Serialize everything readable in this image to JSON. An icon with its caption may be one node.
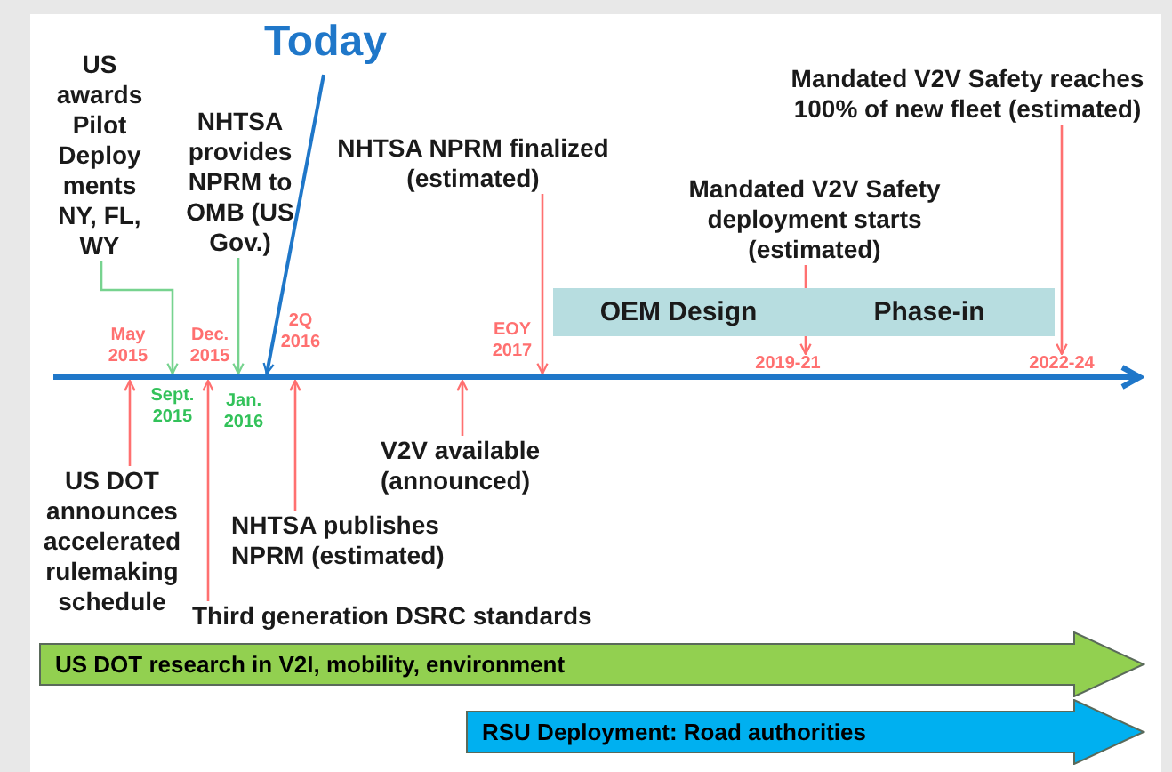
{
  "diagram": {
    "nodes": [
      {
        "text": [
          "Today"
        ]
      },
      {
        "text": [
          "US awards Pilot Deploy ments NY, FL, WY"
        ]
      },
      {
        "text": [
          "NHTSA provides NPRM to OMB (US Gov.)"
        ]
      },
      {
        "text": [
          "NHTSA NPRM finalized (estimated)"
        ]
      },
      {
        "text": [
          "Mandated V2V Safety deployment starts (estimated)"
        ]
      },
      {
        "text": [
          "Mandated V2V Safety reaches 100% of new fleet (estimated)"
        ]
      },
      {
        "text": [
          "OEM Design"
        ]
      },
      {
        "text": [
          "Phase-in"
        ]
      },
      {
        "text": [
          "US DOT announces accelerated rulemaking schedule"
        ]
      },
      {
        "text": [
          "Third generation DSRC standards"
        ]
      },
      {
        "text": [
          "NHTSA publishes NPRM (estimated)"
        ]
      },
      {
        "text": [
          "V2V available (announced)"
        ]
      },
      {
        "text": [
          "US DOT research in V2I, mobility, environment"
        ]
      },
      {
        "text": [
          "RSU Deployment: Road authorities"
        ]
      },
      {
        "text": [],
        "shape": "arrow"
      },
      {
        "text": [
          "2019-21"
        ]
      },
      {
        "text": [
          "2022-24"
        ]
      }
    ],
    "edges": [
      {
        "from": 0,
        "to": 14,
        "arrow": "to",
        "color": "#1f77c9"
      },
      {
        "from": 1,
        "to": 14,
        "arrow": "to",
        "color": "#77d38f"
      },
      {
        "from": 2,
        "to": 14,
        "arrow": "to",
        "color": "#77d38f"
      },
      {
        "from": 3,
        "to": 14,
        "arrow": "to"
      },
      {
        "from": 4,
        "to": 15,
        "arrow": "to"
      },
      {
        "from": 5,
        "to": 16,
        "arrow": "to"
      },
      {
        "from": 8,
        "to": 14,
        "arrow": "to"
      },
      {
        "from": 9,
        "to": 14,
        "arrow": "to"
      },
      {
        "from": 10,
        "to": 14,
        "arrow": "to"
      },
      {
        "from": 11,
        "to": 14,
        "arrow": "to"
      }
    ],
    "labels": [
      "May 2015",
      "Dec. 2015",
      "2Q 2016",
      "EOY 2017",
      "Sept. 2015",
      "Jan. 2016"
    ]
  }
}
